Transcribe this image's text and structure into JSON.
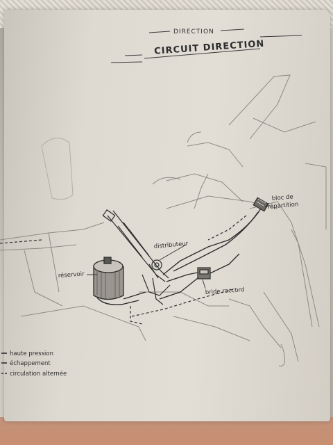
{
  "header": {
    "section": "DIRECTION",
    "title": "CIRCUIT DIRECTION"
  },
  "labels": {
    "bloc": [
      "bloc de",
      "répartition"
    ],
    "distributeur": "distributeur",
    "reservoir": "réservoir",
    "bride": "bride raccord"
  },
  "legend": {
    "items": [
      {
        "label": "haute pression",
        "line": "solid"
      },
      {
        "label": "échappement",
        "line": "solid"
      },
      {
        "label": "circulation alternée",
        "line": "dashed"
      }
    ]
  },
  "colors": {
    "ink": "#2d2d2d",
    "paper": "#dedad2"
  }
}
